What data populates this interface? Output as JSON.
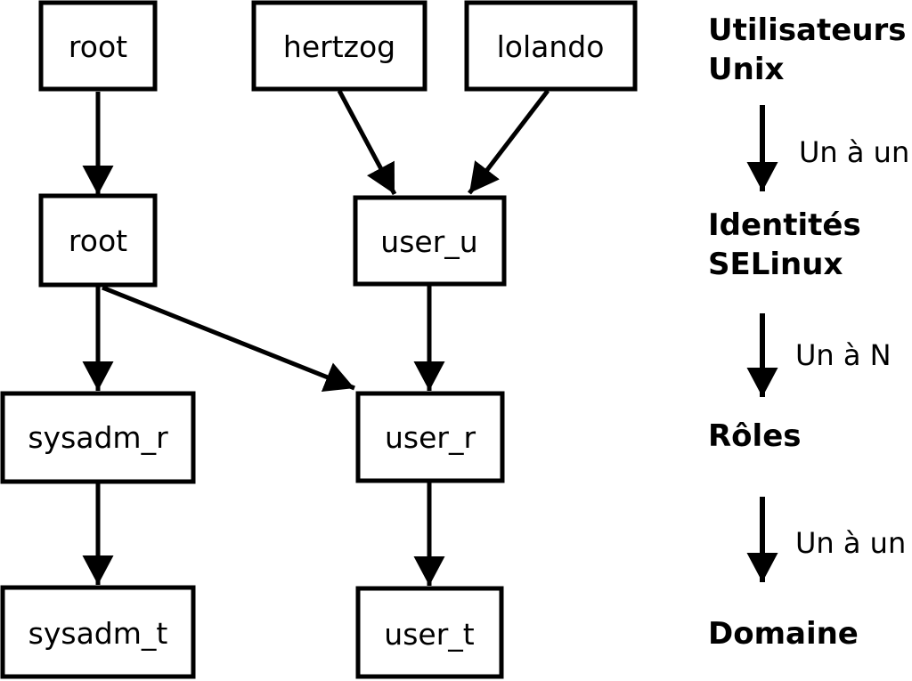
{
  "nodes": {
    "root_unix": "root",
    "hertzog": "hertzog",
    "lolando": "lolando",
    "root_selinux": "root",
    "user_u": "user_u",
    "sysadm_r": "sysadm_r",
    "user_r": "user_r",
    "sysadm_t": "sysadm_t",
    "user_t": "user_t"
  },
  "edges": [
    {
      "from": "root_unix",
      "to": "root_selinux"
    },
    {
      "from": "hertzog",
      "to": "user_u"
    },
    {
      "from": "lolando",
      "to": "user_u"
    },
    {
      "from": "root_selinux",
      "to": "sysadm_r"
    },
    {
      "from": "root_selinux",
      "to": "user_r"
    },
    {
      "from": "user_u",
      "to": "user_r"
    },
    {
      "from": "sysadm_r",
      "to": "sysadm_t"
    },
    {
      "from": "user_r",
      "to": "user_t"
    }
  ],
  "legend": {
    "level1_line1": "Utilisateurs",
    "level1_line2": "Unix",
    "relation1": "Un à un",
    "level2_line1": "Identités",
    "level2_line2": "SELinux",
    "relation2": "Un à N",
    "level3": "Rôles",
    "relation3": "Un à un",
    "level4": "Domaine"
  },
  "colors": {
    "ink": "#000000",
    "background": "#ffffff"
  }
}
